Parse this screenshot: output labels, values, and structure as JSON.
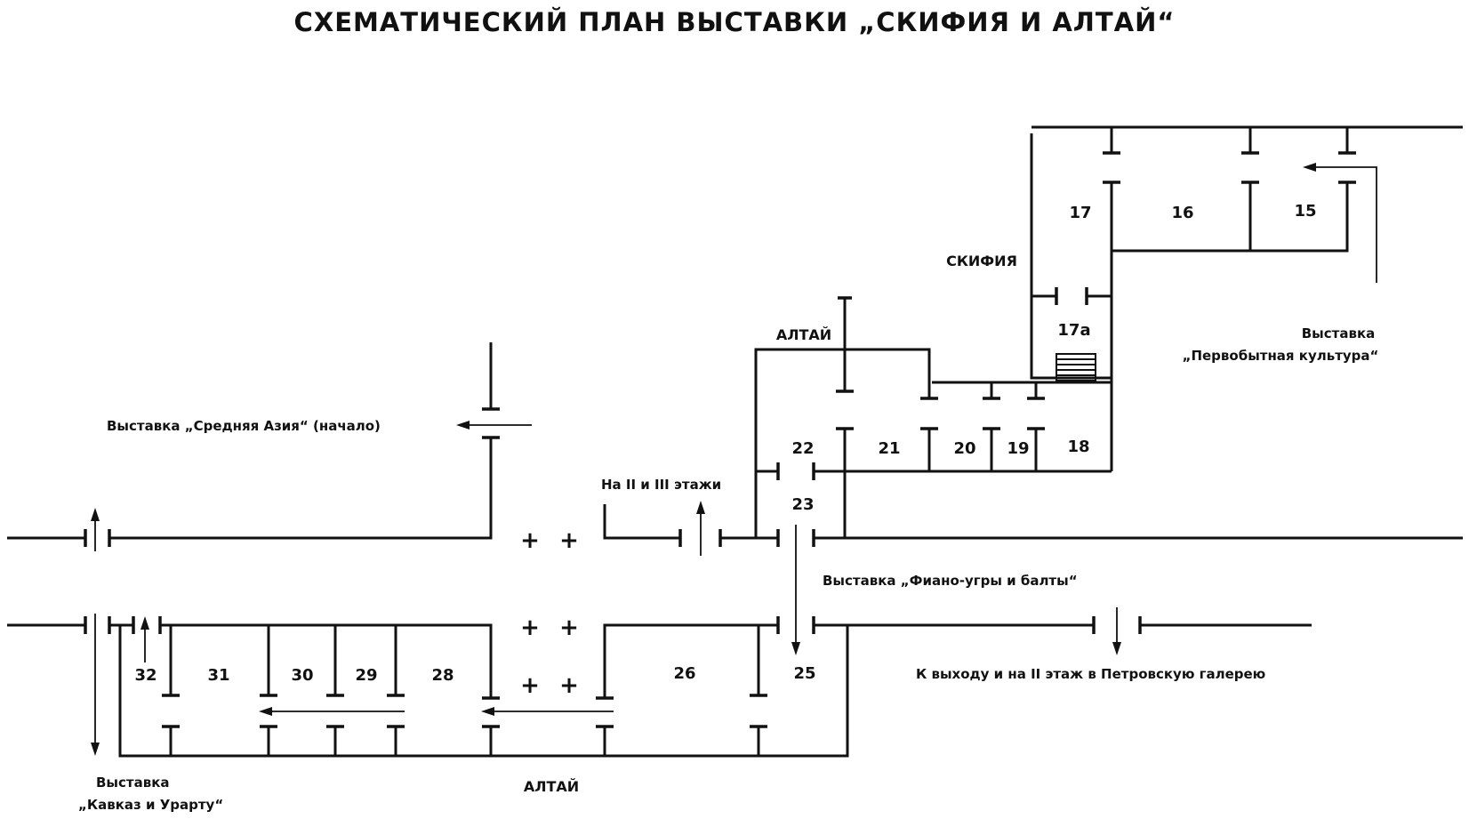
{
  "title": "СХЕМАТИЧЕСКИЙ ПЛАН ВЫСТАВКИ „СКИФИЯ И АЛТАЙ“",
  "sections": {
    "scythia": "СКИФИЯ",
    "altai_upper": "АЛТАЙ",
    "altai_lower": "АЛТАЙ"
  },
  "rooms": {
    "r15": "15",
    "r16": "16",
    "r17": "17",
    "r17a": "17а",
    "r18": "18",
    "r19": "19",
    "r20": "20",
    "r21": "21",
    "r22": "22",
    "r23": "23",
    "r25": "25",
    "r26": "26",
    "r28": "28",
    "r29": "29",
    "r30": "30",
    "r31": "31",
    "r32": "32"
  },
  "notes": {
    "central_asia": "Выставка „Средняя Азия“ (начало)",
    "floors": "На II и III этажи",
    "primitive_line1": "Выставка",
    "primitive_line2": "„Первобытная культура“",
    "finno_ugric": "Выставка „Фиано-угры и балты“",
    "exit": "К выходу и на II этаж в Петровскую галерею",
    "caucasus_line1": "Выставка",
    "caucasus_line2": "„Кавказ и Урарту“"
  },
  "columns": {
    "symbol": "+"
  }
}
